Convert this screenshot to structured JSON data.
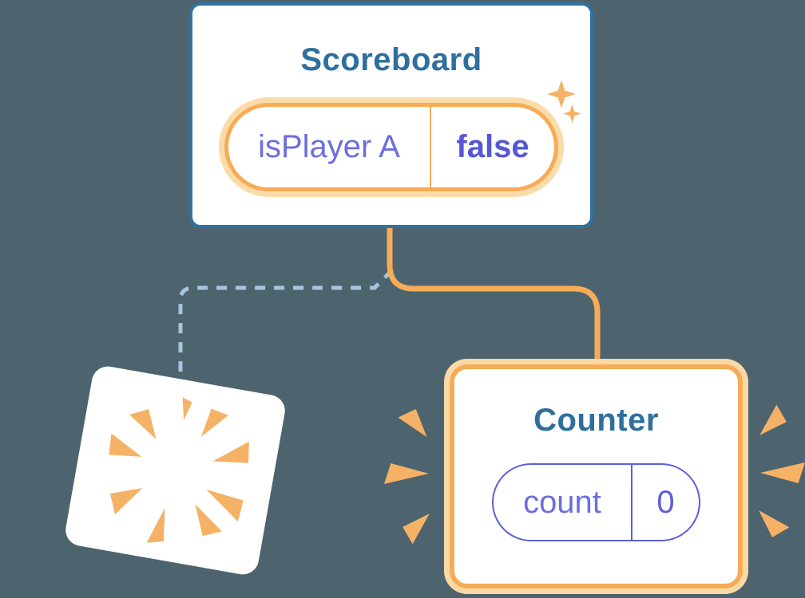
{
  "illustration": {
    "description": "React component tree diagram: Scoreboard state flips, old Counter is destroyed and a new Counter is created",
    "background_color": "#4D646E",
    "scoreboard": {
      "title": "Scoreboard",
      "state_pill": {
        "key": "isPlayer A",
        "value": "false"
      }
    },
    "counter": {
      "title": "Counter",
      "state_pill": {
        "key": "count",
        "value": "0"
      }
    },
    "connectors": {
      "active_branch_style": "solid orange, Scoreboard to Counter",
      "removed_branch_style": "dashed light blue, Scoreboard to destroyed card"
    },
    "colors": {
      "card_border_blue": "#2F72A4",
      "title_blue": "#2E6F9E",
      "accent_orange": "#F6AC57",
      "orange_glow": "#FBDCA8",
      "burst_orange": "#F5B266",
      "state_key_indigo": "#6B6FDC",
      "state_value_indigo": "#5557D6",
      "counter_pill_indigo": "#5B60D6",
      "dashed_line_blue": "#A8C5DD",
      "background": "#4D646E"
    }
  }
}
